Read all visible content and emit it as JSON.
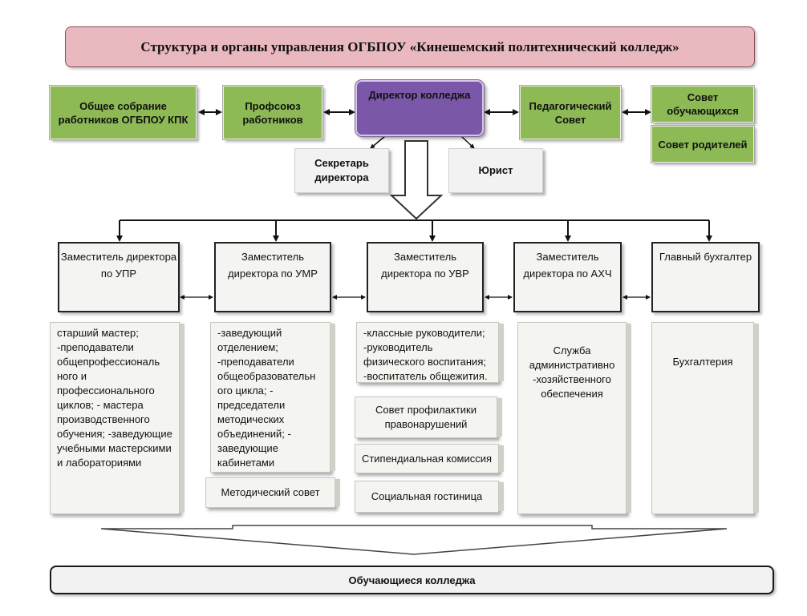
{
  "title": "Структура и органы управления ОГБПОУ «Кинешемский политехнический колледж»",
  "director": "Директор колледжа",
  "top_left": [
    "Общее собрание работников ОГБПОУ КПК",
    "Профсоюз работников"
  ],
  "top_right": [
    "Педагогический Совет",
    "Совет обучающихся",
    "Совет родителей"
  ],
  "assistants": [
    "Секретарь директора",
    "Юрист"
  ],
  "deputies": [
    "Заместитель директора по УПР",
    "Заместитель директора по УМР",
    "Заместитель директора по УВР",
    "Заместитель директора по АХЧ",
    "Главный бухгалтер"
  ],
  "upr_panel": "старший мастер; -преподаватели общепрофессиональ ного и профессионального циклов; - мастера производственного обучения; -заведующие учебными мастерскими и лабораториями",
  "umr_panel": "-заведующий отделением; -преподаватели общеобразовательн ого цикла; - председатели методических объединений; - заведующие кабинетами",
  "umr_sub": "Методический совет",
  "uvr_panel": "-классные руководители; -руководитель физического воспитания; -воспитатель общежития.",
  "uvr_subs": [
    "Совет профилактики правонарушений",
    "Стипендиальная комиссия",
    "Социальная гостиница"
  ],
  "ahch_panel": "Служба административно -хозяйственного обеспечения",
  "buh_panel": "Бухгалтерия",
  "bottom": "Обучающиеся колледжа"
}
